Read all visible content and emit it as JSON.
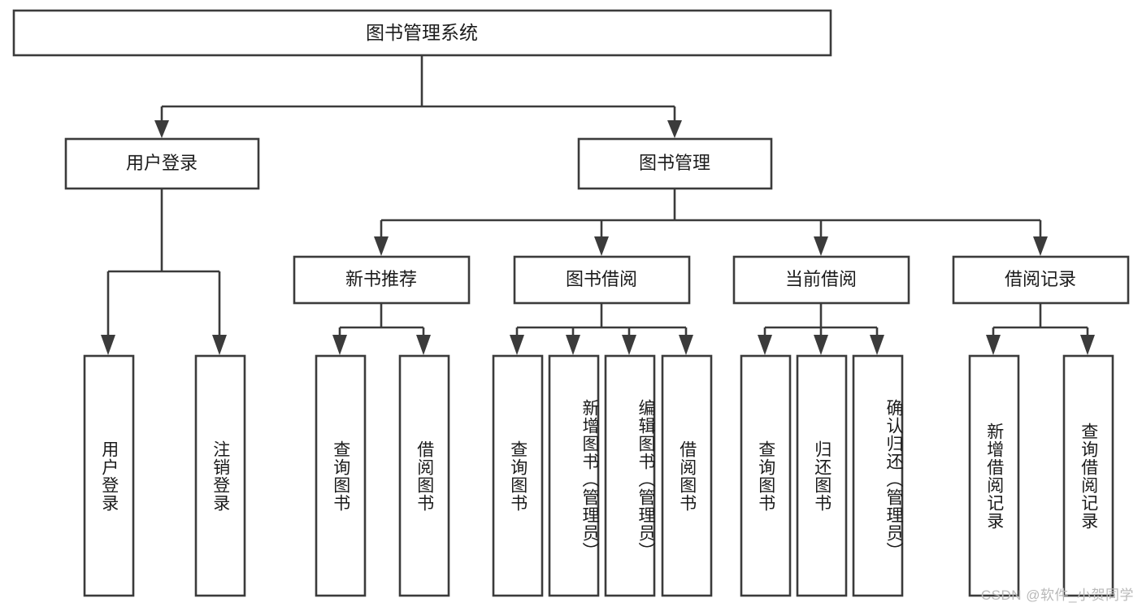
{
  "diagram": {
    "title": "图书管理系统",
    "type": "tree",
    "watermark": "CSDN @软件_小贺同学",
    "colors": {
      "stroke": "#3b3b3b",
      "fill": "#ffffff",
      "text": "#1b1b1b",
      "watermark": "#b9b9b9",
      "background": "#ffffff"
    },
    "root": {
      "label": "图书管理系统"
    },
    "level2": [
      {
        "label": "用户登录"
      },
      {
        "label": "图书管理"
      }
    ],
    "level3": [
      {
        "label": "新书推荐"
      },
      {
        "label": "图书借阅"
      },
      {
        "label": "当前借阅"
      },
      {
        "label": "借阅记录"
      }
    ],
    "leaves": {
      "user_login": [
        {
          "label": "用户登录"
        },
        {
          "label": "注销登录"
        }
      ],
      "new_book_recommend": [
        {
          "label": "查询图书"
        },
        {
          "label": "借阅图书"
        }
      ],
      "book_borrow": [
        {
          "label": "查询图书"
        },
        {
          "label": "新增图书（管理员）"
        },
        {
          "label": "编辑图书（管理员）"
        },
        {
          "label": "借阅图书"
        }
      ],
      "current_borrow": [
        {
          "label": "查询图书"
        },
        {
          "label": "归还图书"
        },
        {
          "label": "确认归还（管理员）"
        }
      ],
      "borrow_record": [
        {
          "label": "新增借阅记录"
        },
        {
          "label": "查询借阅记录"
        }
      ]
    }
  }
}
